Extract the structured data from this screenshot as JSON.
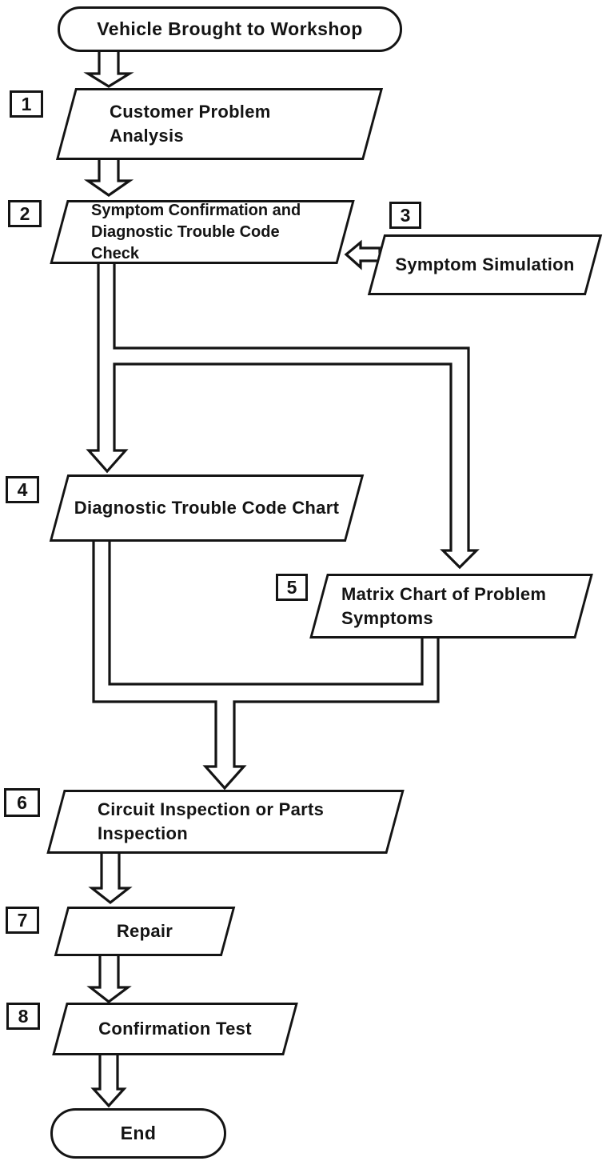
{
  "diagram": {
    "start_label": "Vehicle Brought to Workshop",
    "end_label": "End",
    "steps": [
      {
        "number": "1",
        "label": "Customer Problem Analysis"
      },
      {
        "number": "2",
        "label": "Symptom Confirmation and Diagnostic Trouble Code Check"
      },
      {
        "number": "3",
        "label": "Symptom Simulation"
      },
      {
        "number": "4",
        "label": "Diagnostic Trouble Code Chart"
      },
      {
        "number": "5",
        "label": "Matrix Chart of Problem Symptoms"
      },
      {
        "number": "6",
        "label": "Circuit Inspection or Parts Inspection"
      },
      {
        "number": "7",
        "label": "Repair"
      },
      {
        "number": "8",
        "label": "Confirmation Test"
      }
    ],
    "flow": [
      {
        "from": "start",
        "to": "1"
      },
      {
        "from": "1",
        "to": "2"
      },
      {
        "from": "3",
        "to": "2"
      },
      {
        "from": "2",
        "to": "4"
      },
      {
        "from": "2",
        "to": "5"
      },
      {
        "from": "4",
        "to": "6"
      },
      {
        "from": "5",
        "to": "6"
      },
      {
        "from": "6",
        "to": "7"
      },
      {
        "from": "7",
        "to": "8"
      },
      {
        "from": "8",
        "to": "end"
      }
    ],
    "colors": {
      "ink": "#141414",
      "paper": "#ffffff"
    }
  }
}
